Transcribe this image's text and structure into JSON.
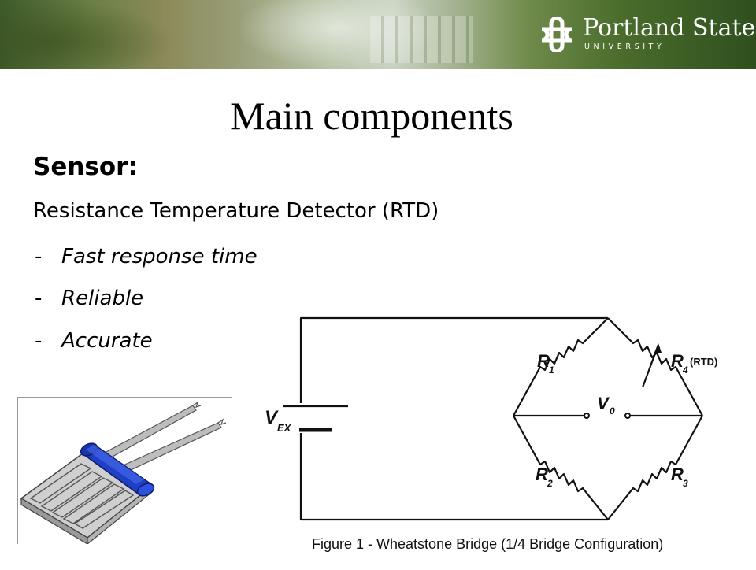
{
  "header": {
    "logo_name": "Portland State",
    "logo_subtitle": "UNIVERSITY"
  },
  "slide": {
    "title": "Main components",
    "section_heading": "Sensor:",
    "subheading": "Resistance Temperature Detector (RTD)",
    "bullets": [
      "Fast response time",
      "Reliable",
      "Accurate"
    ],
    "bullet_marker": "-"
  },
  "figure": {
    "labels": {
      "vex": "V",
      "vex_sub": "EX",
      "r1": "R",
      "r1_sub": "1",
      "r2": "R",
      "r2_sub": "2",
      "r3": "R",
      "r3_sub": "3",
      "r4": "R",
      "r4_sub": "4",
      "r4_note": "(RTD)",
      "vo": "V",
      "vo_sub": "0"
    },
    "caption": "Figure 1 - Wheatstone Bridge (1/4 Bridge Configuration)"
  },
  "colors": {
    "rtd_body": "#1f3fc4",
    "circuit_line": "#111111"
  }
}
